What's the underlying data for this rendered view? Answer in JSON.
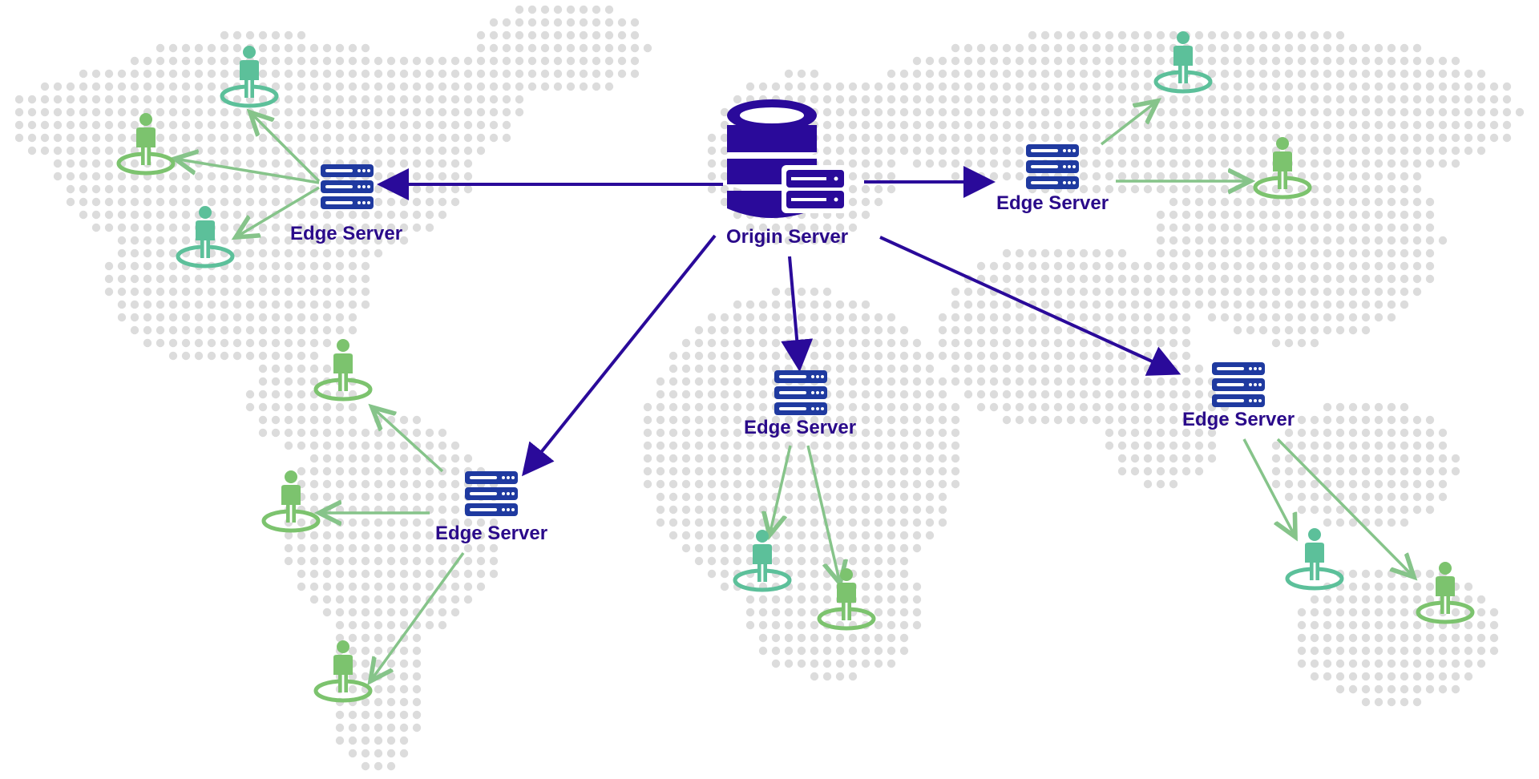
{
  "diagram": {
    "origin": {
      "label": "Origin Server",
      "icon": "database-server-icon"
    },
    "edges": [
      {
        "id": "nw",
        "label": "Edge Server",
        "icon": "server-rack-icon"
      },
      {
        "id": "ne",
        "label": "Edge Server",
        "icon": "server-rack-icon"
      },
      {
        "id": "sw",
        "label": "Edge Server",
        "icon": "server-rack-icon"
      },
      {
        "id": "center",
        "label": "Edge Server",
        "icon": "server-rack-icon"
      },
      {
        "id": "se",
        "label": "Edge Server",
        "icon": "server-rack-icon"
      }
    ],
    "users": [
      {
        "edge": "nw",
        "icon": "user-icon"
      },
      {
        "edge": "nw",
        "icon": "user-icon"
      },
      {
        "edge": "nw",
        "icon": "user-icon"
      },
      {
        "edge": "ne",
        "icon": "user-icon"
      },
      {
        "edge": "ne",
        "icon": "user-icon"
      },
      {
        "edge": "sw",
        "icon": "user-icon"
      },
      {
        "edge": "sw",
        "icon": "user-icon"
      },
      {
        "edge": "sw",
        "icon": "user-icon"
      },
      {
        "edge": "center",
        "icon": "user-icon"
      },
      {
        "edge": "center",
        "icon": "user-icon"
      },
      {
        "edge": "se",
        "icon": "user-icon"
      },
      {
        "edge": "se",
        "icon": "user-icon"
      }
    ],
    "colors": {
      "server": "#2a0a9a",
      "server_icon": "#1f3aa0",
      "label": "#2a0a8a",
      "user_teal": "#5cc09a",
      "user_green": "#7cc36e",
      "user_link": "#86c48a",
      "map_dot": "#dcdcdc"
    },
    "background_map": "world-map-dot-pattern"
  }
}
